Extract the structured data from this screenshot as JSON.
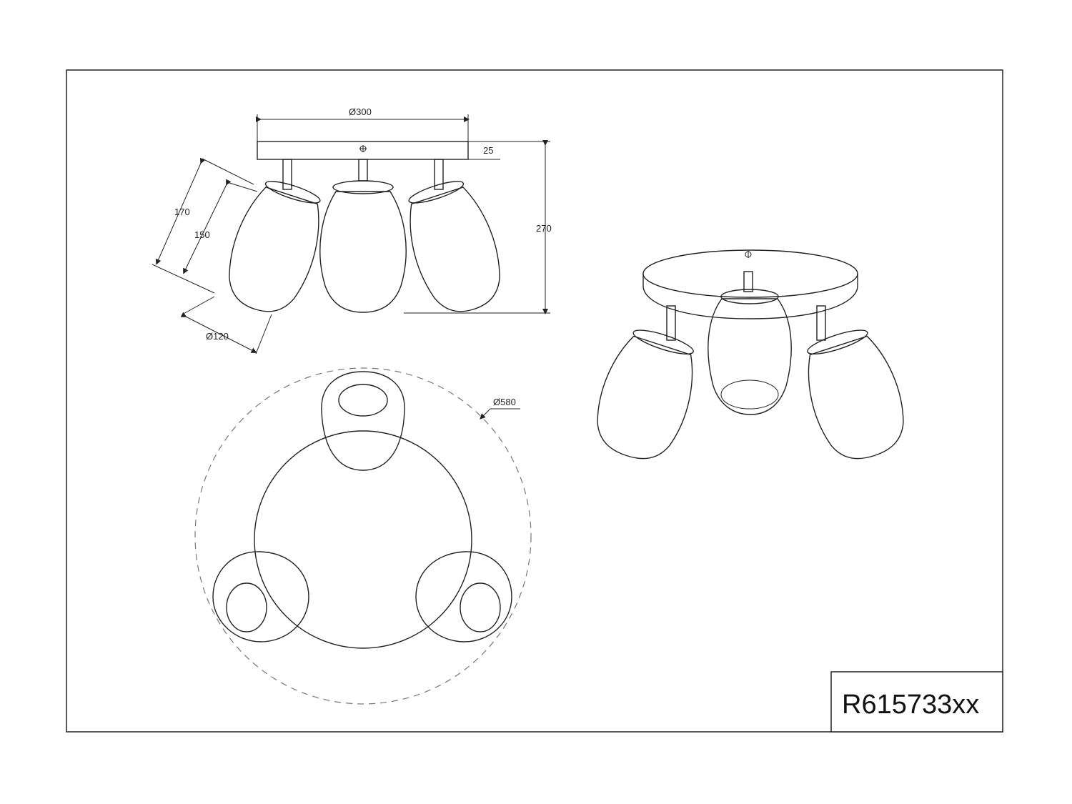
{
  "drawing": {
    "product_code": "R615733xx",
    "dimensions": {
      "base_diameter": "Ø300",
      "base_height": "25",
      "total_height": "270",
      "shade_length": "170",
      "shade_inner_length": "150",
      "shade_diameter": "Ø120",
      "spread_diameter": "Ø580"
    }
  },
  "colors": {
    "line": "#222222",
    "background": "#ffffff",
    "dashed": "#777777"
  }
}
